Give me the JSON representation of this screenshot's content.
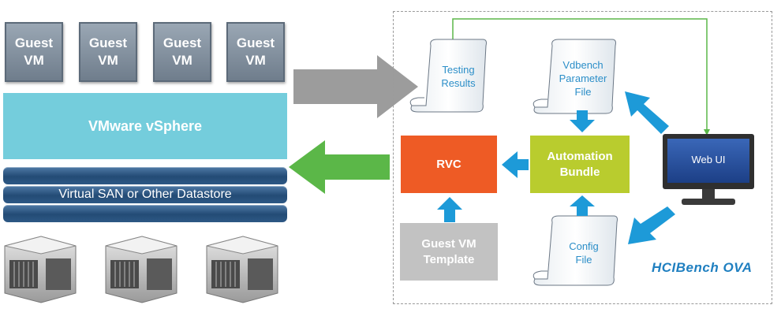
{
  "guest_vms": [
    {
      "line1": "Guest",
      "line2": "VM"
    },
    {
      "line1": "Guest",
      "line2": "VM"
    },
    {
      "line1": "Guest",
      "line2": "VM"
    },
    {
      "line1": "Guest",
      "line2": "VM"
    }
  ],
  "vsphere_label": "VMware vSphere",
  "datastore_label": "Virtual SAN or Other Datastore",
  "testing_results": {
    "line1": "Testing",
    "line2": "Results"
  },
  "vdbench_param": {
    "line1": "Vdbench",
    "line2": "Parameter",
    "line3": "File"
  },
  "rvc_label": "RVC",
  "automation_bundle": {
    "line1": "Automation",
    "line2": "Bundle"
  },
  "web_ui_label": "Web UI",
  "guest_vm_template": {
    "line1": "Guest VM",
    "line2": "Template"
  },
  "config_file": {
    "line1": "Config",
    "line2": "File"
  },
  "ova_title": "HCIBench OVA",
  "colors": {
    "guest_vm": "#7f8d9c",
    "vsphere": "#74cddc",
    "datastore": "#2d5885",
    "rvc": "#ee5b25",
    "automation": "#b9cc2e",
    "template": "#c2c2c2",
    "arrow_blue": "#1d9ad8",
    "arrow_green": "#5bb748",
    "arrow_gray": "#9c9c9c"
  }
}
